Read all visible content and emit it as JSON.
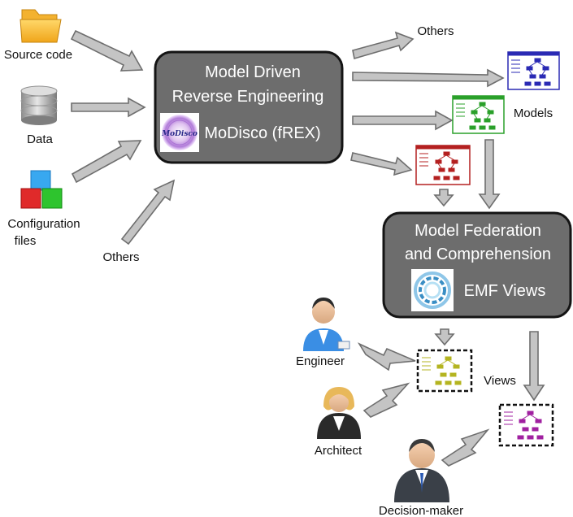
{
  "inputs": {
    "source_code": "Source code",
    "data": "Data",
    "config_line1": "Configuration",
    "config_line2": "files",
    "others": "Others"
  },
  "modisco_box": {
    "title_line1": "Model Driven",
    "title_line2": "Reverse Engineering",
    "tool_label": "MoDisco (fREX)",
    "logo_text": "MoDisco"
  },
  "outputs": {
    "others": "Others",
    "models": "Models"
  },
  "federation_box": {
    "title_line1": "Model Federation",
    "title_line2": "and Comprehension",
    "tool_label": "EMF Views"
  },
  "views": {
    "label": "Views"
  },
  "stakeholders": {
    "engineer": "Engineer",
    "architect": "Architect",
    "decision_maker": "Decision-maker"
  },
  "colors": {
    "box_fill": "#6d6d6d",
    "arrow_fill": "#c4c4c4",
    "model_blue": "#2a2ab4",
    "model_green": "#2aa02a",
    "model_red": "#b42020",
    "view_yellow": "#b4b420",
    "view_purple": "#a020a0"
  }
}
